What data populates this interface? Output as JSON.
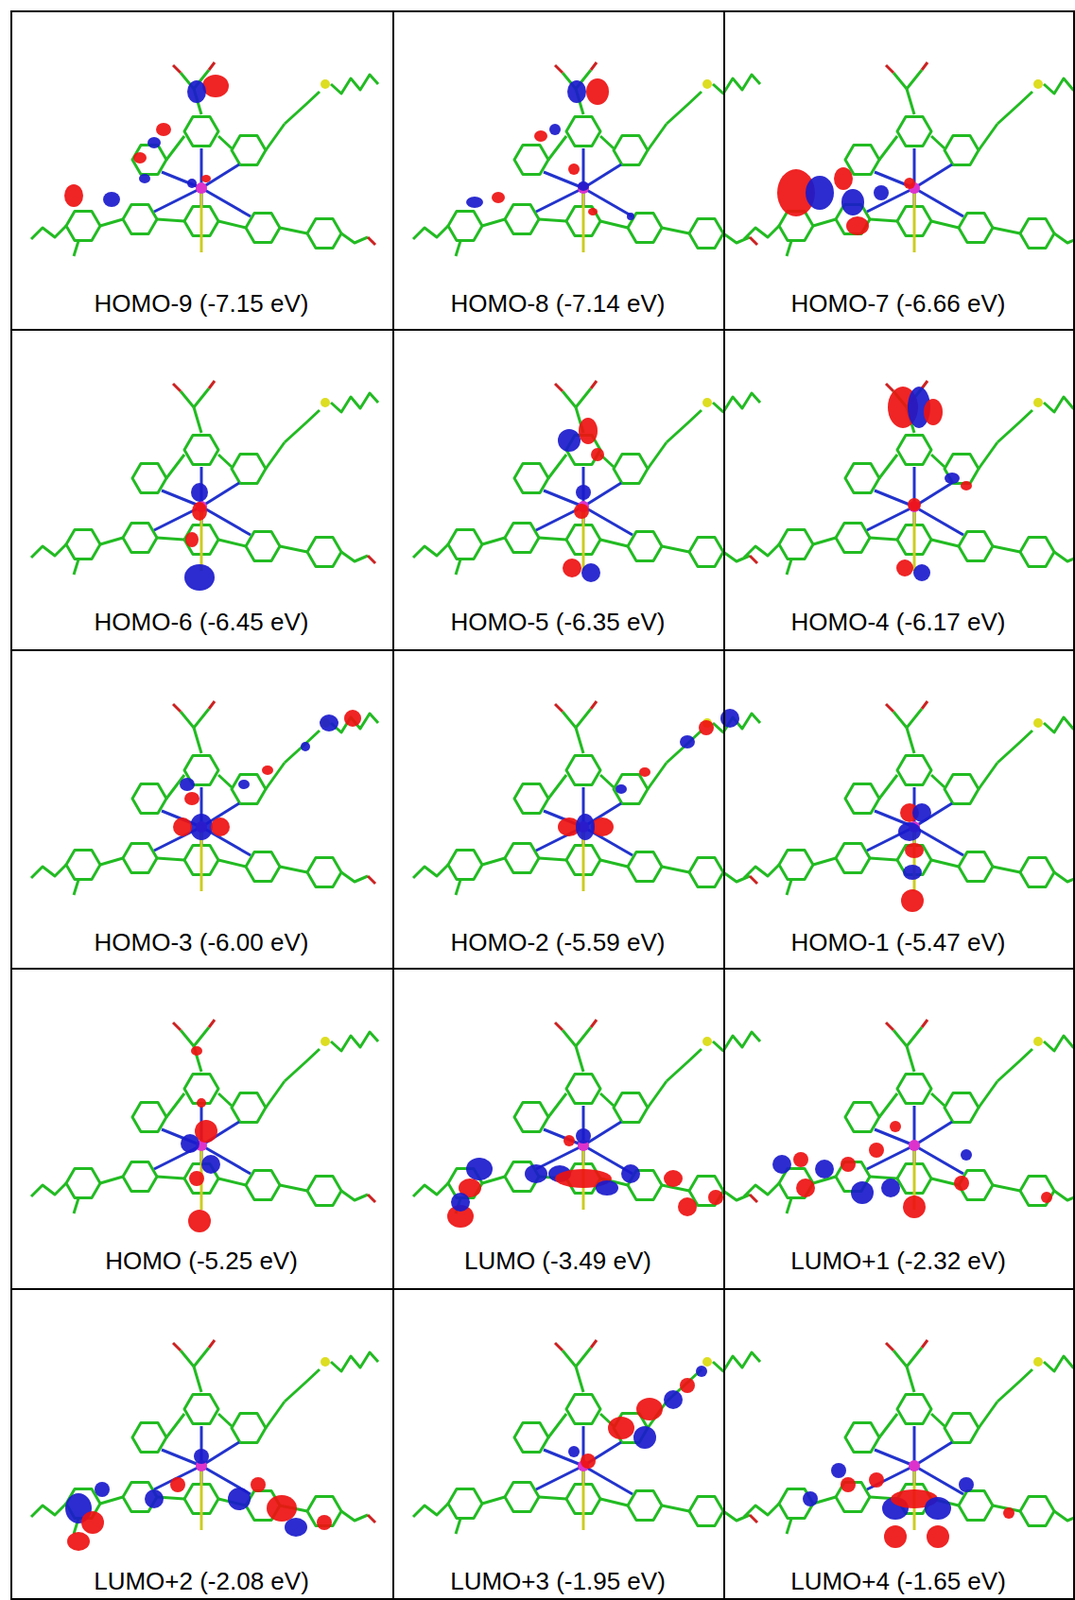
{
  "diagram": {
    "labels": [
      "HOMO-9 (-7.15 eV)",
      "HOMO-8 (-7.14 eV)",
      "HOMO-7 (-6.66 eV)",
      "HOMO-6 (-6.45 eV)",
      "HOMO-5 (-6.35 eV)",
      "HOMO-4 (-6.17 eV)",
      "HOMO-3 (-6.00 eV)",
      "HOMO-2 (-5.59 eV)",
      "HOMO-1 (-5.47 eV)",
      "HOMO (-5.25 eV)",
      "LUMO (-3.49 eV)",
      "LUMO+1 (-2.32 eV)",
      "LUMO+2 (-2.08 eV)",
      "LUMO+3 (-1.95 eV)",
      "LUMO+4 (-1.65 eV)"
    ]
  }
}
